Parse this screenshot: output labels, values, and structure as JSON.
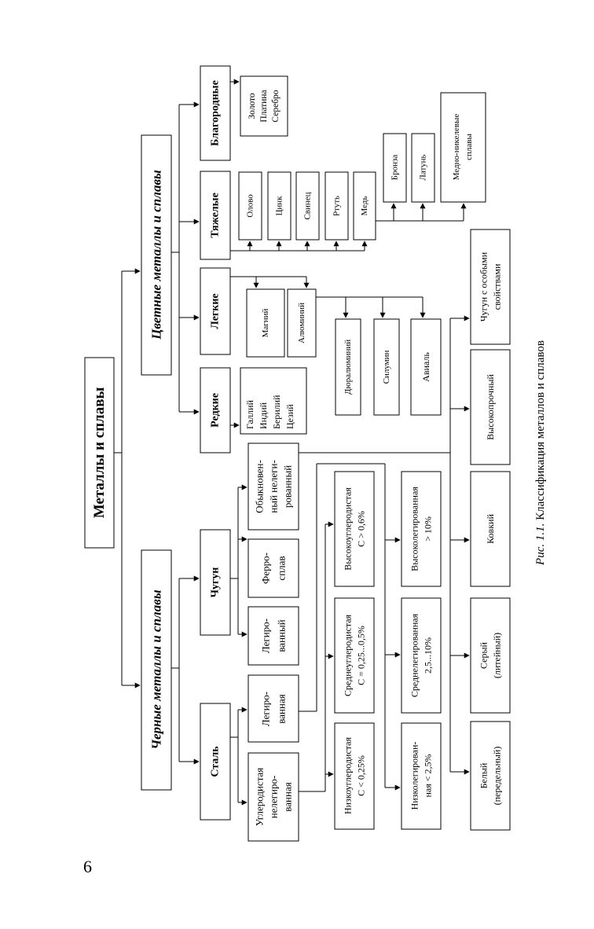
{
  "page_number": "6",
  "caption": {
    "prefix": "Рис. 1.1.",
    "text": " Классификация металлов и сплавов"
  },
  "root": "Металлы и сплавы",
  "groups": {
    "ferrous": "Черные металлы и сплавы",
    "nonferrous": "Цветные металлы и сплавы"
  },
  "steel": {
    "label": "Сталь",
    "carbon": [
      "Углеродистая",
      "нелегиро-",
      "ванная"
    ],
    "alloyed": [
      "Легиро-",
      "ванная"
    ],
    "by_carbon": [
      [
        "Низкоуглеродистая",
        "C < 0,25%"
      ],
      [
        "Среднеуглеродистая",
        "C = 0,25...0,5%"
      ],
      [
        "Высокоуглеродистая",
        "C > 0,6%"
      ]
    ],
    "by_alloy": [
      [
        "Низколегирован-",
        "ная < 2,5%"
      ],
      [
        "Среднелегированная",
        "2,5...10%"
      ],
      [
        "Высоколегированная",
        "> 10%"
      ]
    ]
  },
  "cast_iron": {
    "label": "Чугун",
    "alloyed": [
      "Легиро-",
      "ванный"
    ],
    "ferroalloy": [
      "Ферро-",
      "сплав"
    ],
    "ordinary": [
      "Обыкновен-",
      "ный нелеги-",
      "рованный"
    ],
    "types": [
      [
        "Белый",
        "(передельный)"
      ],
      [
        "Серый",
        "(литейный)"
      ],
      [
        "Ковкий"
      ],
      [
        "Высокопрочный"
      ],
      [
        "Чугун с особыми",
        "свойствами"
      ]
    ]
  },
  "nonferrous": {
    "rare": {
      "label": "Редкие",
      "items": [
        "Галлий",
        "Индий",
        "Берилий",
        "Цезий"
      ]
    },
    "light": {
      "label": "Легкие",
      "magnesium": "Магний",
      "aluminium": "Алюминий",
      "alloys": [
        "Дюралюминий",
        "Силумин",
        "Авиаль"
      ]
    },
    "heavy": {
      "label": "Тяжелые",
      "items": [
        "Олово",
        "Цинк",
        "Свинец",
        "Ртуть",
        "Медь"
      ],
      "copper_alloys": [
        [
          "Бронза"
        ],
        [
          "Латунь"
        ],
        [
          "Медно-никелевые",
          "сплавы"
        ]
      ]
    },
    "noble": {
      "label": "Благородные",
      "items": [
        "Золото",
        "Платина",
        "Серебро"
      ]
    }
  }
}
